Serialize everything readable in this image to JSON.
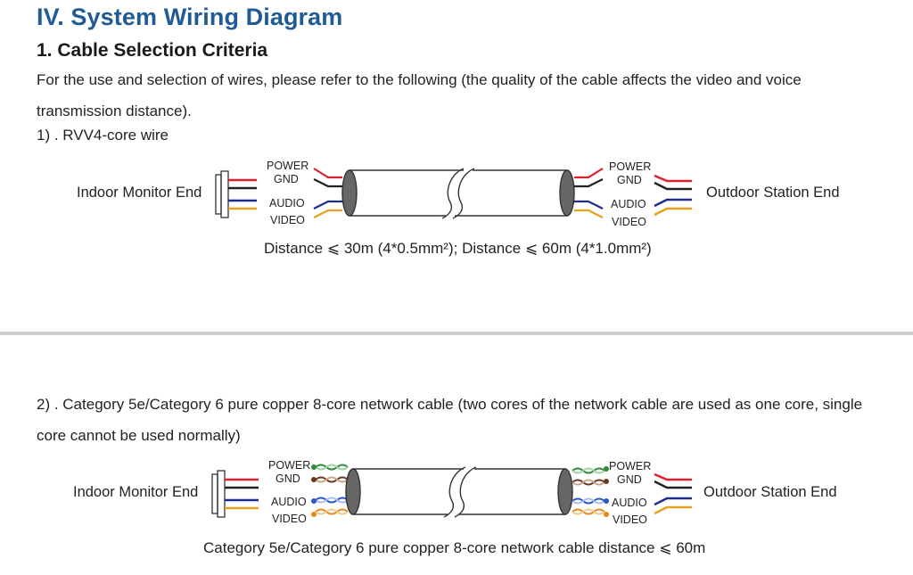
{
  "section_title": "IV. System Wiring Diagram",
  "subsection_title": "1. Cable Selection Criteria",
  "intro_line1": "For the use and selection of wires, please refer to the following (the quality of the cable affects the video and voice",
  "intro_line2": "transmission distance).",
  "item1": {
    "heading": "1) . RVV4-core wire",
    "left_end": "Indoor Monitor End",
    "right_end": "Outdoor Station End",
    "wires": [
      "POWER",
      "GND",
      "AUDIO",
      "VIDEO"
    ],
    "caption": "Distance ⩽ 30m (4*0.5mm²); Distance ⩽ 60m (4*1.0mm²)"
  },
  "item2": {
    "heading_line1": "2) . Category 5e/Category 6 pure copper 8-core network cable (two cores of the network cable are used as one core, single",
    "heading_line2": "core cannot be used normally)",
    "left_end": "Indoor Monitor End",
    "right_end": "Outdoor Station End",
    "wires": [
      "POWER",
      "GND",
      "AUDIO",
      "VIDEO"
    ],
    "caption": "Category 5e/Category 6 pure copper 8-core network cable distance ⩽ 60m"
  },
  "wire_colors": {
    "power": "#e0202a",
    "gnd": "#222222",
    "audio": "#1f2e8a",
    "video": "#e6a21a",
    "green": "#2e8b3a",
    "brown": "#6b3a1e",
    "blue": "#2a55c8",
    "orange": "#e28a1a"
  }
}
